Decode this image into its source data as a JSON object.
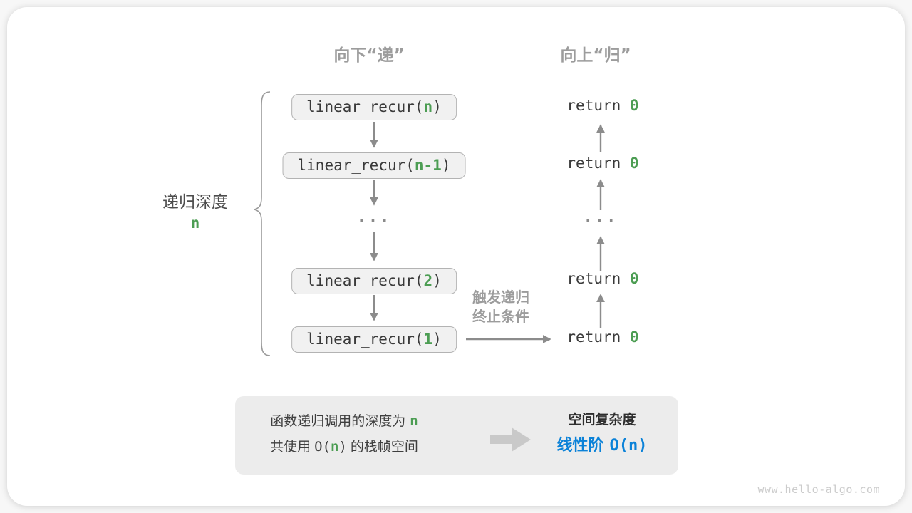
{
  "headers": {
    "down": "向下“递”",
    "up": "向上“归”"
  },
  "depth": {
    "label": "递归深度",
    "value": "n"
  },
  "call_stack": [
    {
      "prefix": "linear_recur(",
      "arg": "n",
      "suffix": ")"
    },
    {
      "prefix": "linear_recur(",
      "arg": "n-1",
      "suffix": ")"
    },
    {
      "prefix": "linear_recur(",
      "arg": "2",
      "suffix": ")"
    },
    {
      "prefix": "linear_recur(",
      "arg": "1",
      "suffix": ")"
    }
  ],
  "ellipsis": "...",
  "returns": [
    {
      "keyword": "return",
      "value": "0"
    },
    {
      "keyword": "return",
      "value": "0"
    },
    {
      "keyword": "return",
      "value": "0"
    },
    {
      "keyword": "return",
      "value": "0"
    }
  ],
  "trigger": {
    "line1": "触发递归",
    "line2": "终止条件"
  },
  "summary": {
    "l1_pre": "函数递归调用的深度为",
    "l1_n": "n",
    "l2_pre": "共使用",
    "l2_o": "O(",
    "l2_n": "n",
    "l2_close": ")",
    "l2_post": "的栈帧空间",
    "right_title": "空间复杂度",
    "right_pre": "线性阶",
    "right_complexity": "O(n)"
  },
  "watermark": "www.hello-algo.com",
  "colors": {
    "green": "#4C9D53",
    "blue": "#0B82D8",
    "arrow": "#8C8C8C",
    "label-gray": "#9C9C9C"
  }
}
